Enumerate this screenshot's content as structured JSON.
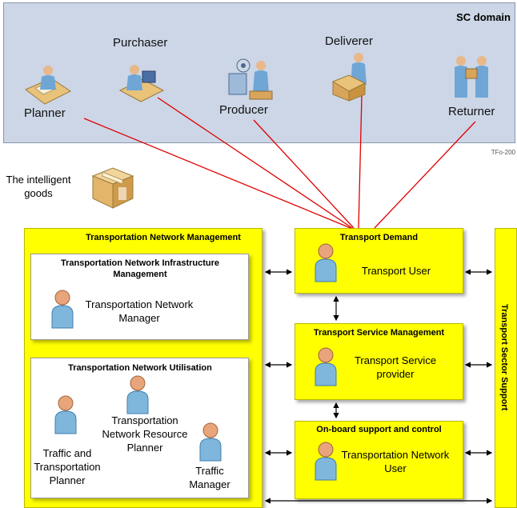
{
  "sc_domain": {
    "title": "SC domain",
    "roles": [
      {
        "label": "Planner",
        "icon": "planner-icon"
      },
      {
        "label": "Purchaser",
        "icon": "purchaser-icon"
      },
      {
        "label": "Producer",
        "icon": "producer-icon"
      },
      {
        "label": "Deliverer",
        "icon": "deliverer-icon"
      },
      {
        "label": "Returner",
        "icon": "returner-icon"
      }
    ],
    "ref_code": "TFo-200"
  },
  "goods": {
    "label": "The intelligent goods",
    "icon": "package-icon"
  },
  "tnm": {
    "title": "Transportation Network Management",
    "infra": {
      "title": "Transportation Network Infrastructure Management",
      "actor": "Transportation Network Manager"
    },
    "util": {
      "title": "Transportation Network Utilisation",
      "actors": [
        "Traffic and Transportation Planner",
        "Transportation Network Resource Planner",
        "Traffic Manager"
      ]
    }
  },
  "transport_demand": {
    "title": "Transport Demand",
    "actor": "Transport User"
  },
  "tsm": {
    "title": "Transport Service Management",
    "actor": "Transport Service provider"
  },
  "onboard": {
    "title": "On-board support and control",
    "actor": "Transportation Network User"
  },
  "sector_support": {
    "title": "Transport Sector Support"
  },
  "colors": {
    "sc_bg": "#ccd6e7",
    "yellow": "#ffff00",
    "red_link": "#e00000",
    "person": "#7fb6dc"
  }
}
